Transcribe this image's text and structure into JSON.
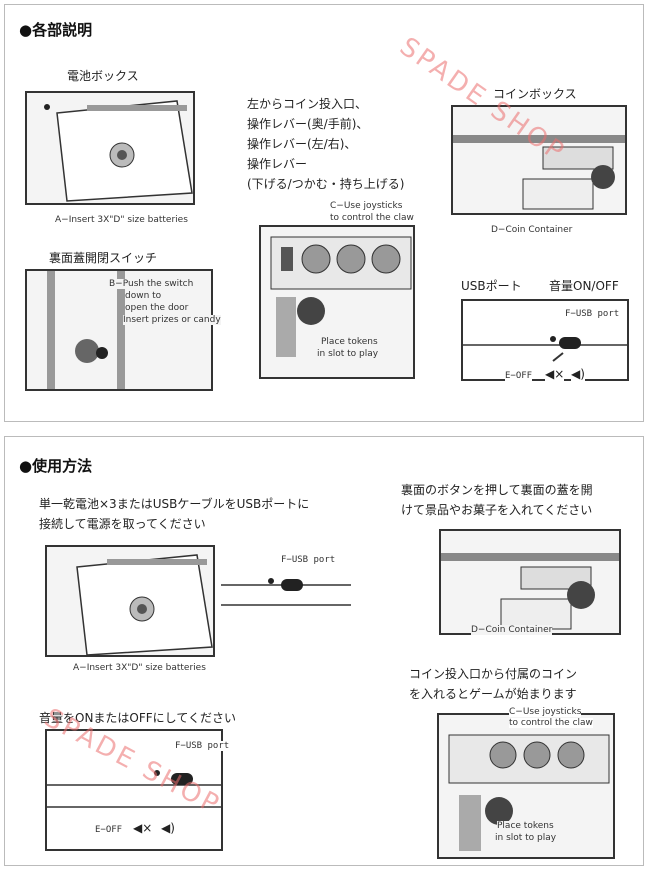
{
  "section1": {
    "heading": "●各部説明",
    "battery_box_title": "電池ボックス",
    "battery_caption": "A−Insert 3X\"D\" size batteries",
    "controls_desc": [
      "左からコイン投入口、",
      "操作レバー(奥/手前)、",
      "操作レバー(左/右)、",
      "操作レバー",
      "(下げる/つかむ・持ち上げる)"
    ],
    "coin_box_title": "コインボックス",
    "coin_caption": "D−Coin Container",
    "back_switch_title": "裏面蓋開閉スイッチ",
    "switch_caption": [
      "B−Push the switch",
      "down to",
      "open the door",
      "Insert prizes or candy"
    ],
    "joystick_caption": [
      "C−Use joysticks",
      "to control the claw"
    ],
    "token_caption": [
      "Place tokens",
      "in slot to play"
    ],
    "usb_port_label": "USBポート",
    "volume_label": "音量ON/OFF",
    "usb_caption": "F−USB port",
    "volume_caption": "E−OFF"
  },
  "section2": {
    "heading": "●使用方法",
    "power_text": [
      "単一乾電池×3またはUSBケーブルをUSBポートに",
      "接続して電源を取ってください"
    ],
    "battery_caption": "A−Insert 3X\"D\" size batteries",
    "usb_caption": "F−USB port",
    "back_button_text": [
      "裏面のボタンを押して裏面の蓋を開",
      "けて景品やお菓子を入れてください"
    ],
    "coin_caption": "D−Coin Container",
    "coin_start_text": [
      "コイン投入口から付属のコイン",
      "を入れるとゲームが始まります"
    ],
    "volume_text": "音量をONまたはOFFにしてください",
    "volume_caption": "E−OFF",
    "joystick_caption": [
      "C−Use joysticks",
      "to control the claw"
    ],
    "token_caption": [
      "Place tokens",
      "in slot to play"
    ]
  },
  "watermark": "SPADE SHOP",
  "colors": {
    "watermark": "#eb6e6e",
    "border": "#333333"
  }
}
